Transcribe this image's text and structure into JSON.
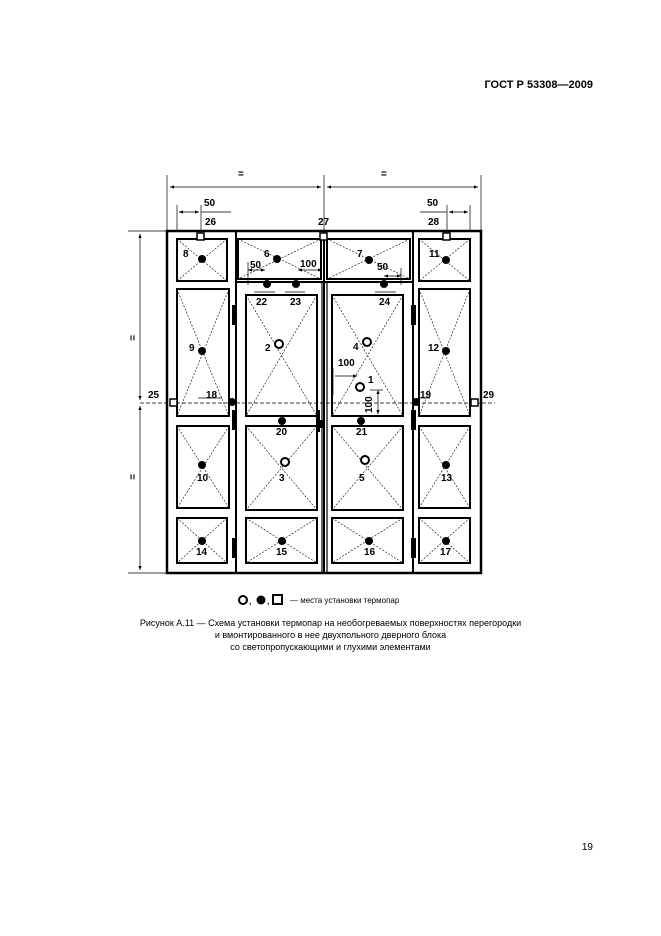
{
  "header": {
    "doc_code": "ГОСТ Р 53308—2009"
  },
  "page_number": "19",
  "dimensions": {
    "eq_left": "=",
    "eq_right": "=",
    "dim_50_left": "50",
    "dim_50_right": "50",
    "dim_50_inner_left": "50",
    "dim_100_top": "100",
    "dim_50_inner_right": "50",
    "dim_100_horizontal": "100",
    "dim_100_vertical": "100",
    "eq_height_top": "=",
    "eq_height_bottom": "="
  },
  "points": {
    "p1": "1",
    "p2": "2",
    "p3": "3",
    "p4": "4",
    "p5": "5",
    "p6": "6",
    "p7": "7",
    "p8": "8",
    "p9": "9",
    "p10": "10",
    "p11": "11",
    "p12": "12",
    "p13": "13",
    "p14": "14",
    "p15": "15",
    "p16": "16",
    "p17": "17",
    "p18": "18",
    "p19": "19",
    "p20": "20",
    "p21": "21",
    "p22": "22",
    "p23": "23",
    "p24": "24",
    "p25": "25",
    "p26": "26",
    "p27": "27",
    "p28": "28",
    "p29": "29"
  },
  "legend": {
    "sep": ",",
    "text": "— места установки термопар"
  },
  "caption": {
    "line1": "Рисунок А.11 — Схема установки термопар на необогреваемых поверхностях перегородки",
    "line2": "и вмонтированного в нее двухпольного дверного блока",
    "line3": "со светопропускающими и глухими элементами"
  }
}
